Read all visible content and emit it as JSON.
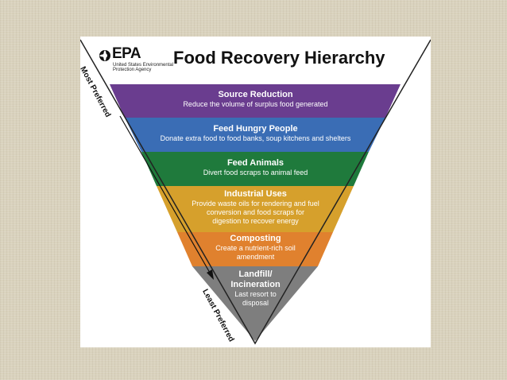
{
  "header": {
    "logo_text": "EPA",
    "agency": "United States Environmental Protection Agency",
    "title": "Food Recovery Hierarchy"
  },
  "axis": {
    "top_label": "Most Preferred",
    "bottom_label": "Least Preferred"
  },
  "tiers": [
    {
      "heading": "Source Reduction",
      "description": "Reduce the volume of surplus food generated",
      "color": "#6a3d8f"
    },
    {
      "heading": "Feed Hungry People",
      "description": "Donate extra food to food banks, soup kitchens and shelters",
      "color": "#3a6db5"
    },
    {
      "heading": "Feed Animals",
      "description": "Divert food scraps to animal feed",
      "color": "#1f7a3c"
    },
    {
      "heading": "Industrial Uses",
      "description": "Provide waste oils for rendering and fuel conversion and food scraps for digestion to recover energy",
      "color": "#d6a02c"
    },
    {
      "heading": "Composting",
      "description": "Create a nutrient-rich soil amendment",
      "color": "#e0812e"
    },
    {
      "heading": "Landfill/ Incineration",
      "description": "Last resort to disposal",
      "color": "#7e7e7e"
    }
  ],
  "colors": {
    "background": "#d9d2bd",
    "outline": "#222222"
  }
}
